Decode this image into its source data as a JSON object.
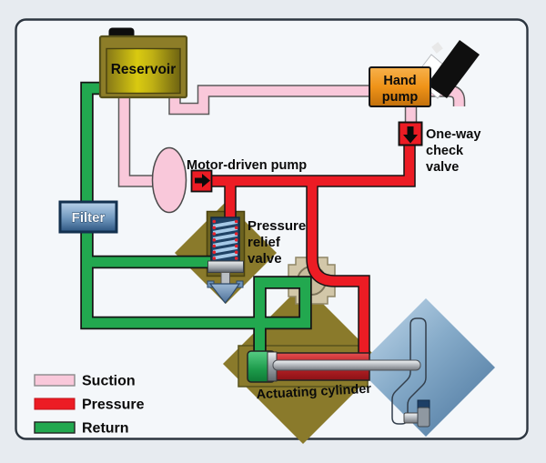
{
  "labels": {
    "reservoir": "Reservoir",
    "hand_pump_line1": "Hand",
    "hand_pump_line2": "pump",
    "one_way_line1": "One-way",
    "one_way_line2": "check",
    "one_way_line3": "valve",
    "motor_driven_pump": "Motor-driven pump",
    "pressure_relief_line1": "Pressure",
    "pressure_relief_line2": "relief",
    "pressure_relief_line3": "valve",
    "filter": "Filter",
    "actuating_cylinder": "Actuating cylinder"
  },
  "legend": {
    "items": [
      {
        "label": "Suction",
        "color": "#f9c8da"
      },
      {
        "label": "Pressure",
        "color": "#ec1c24"
      },
      {
        "label": "Return",
        "color": "#22a84f"
      }
    ]
  },
  "colors": {
    "suction_pink": "#f9c8da",
    "pressure_red": "#ec1c24",
    "return_green": "#22a84f",
    "reservoir_olive": "#8d7d28",
    "hand_pump_orange": "#ef9318",
    "filter_blue": "#2c5480",
    "component_khaki": "#8a7a2b",
    "mechanism_blue": "#86abc9"
  }
}
